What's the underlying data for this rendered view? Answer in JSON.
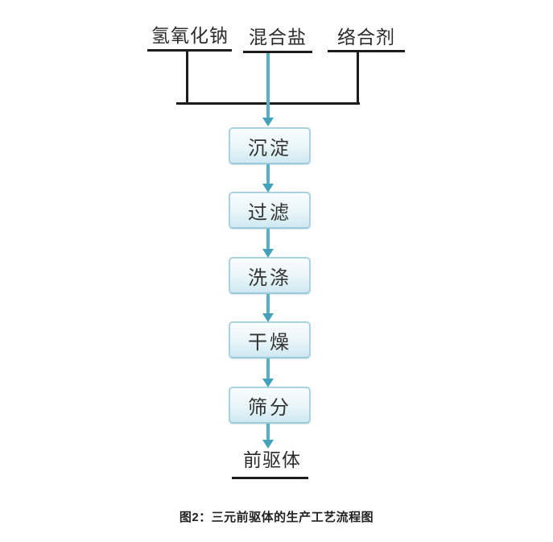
{
  "diagram": {
    "inputs": [
      {
        "label": "氢氧化钠"
      },
      {
        "label": "混合盐"
      },
      {
        "label": "络合剂"
      }
    ],
    "steps": [
      {
        "label": "沉淀"
      },
      {
        "label": "过滤"
      },
      {
        "label": "洗涤"
      },
      {
        "label": "干燥"
      },
      {
        "label": "筛分"
      }
    ],
    "output": {
      "label": "前驱体"
    },
    "caption": "图2：三元前驱体的生产工艺流程图",
    "colors": {
      "flow_arrow_shaft": "#58b0c4",
      "flow_arrow_head": "#42a2ba",
      "connector_line": "#1c1c1c",
      "box_border": "#a9d3e0",
      "box_fill_top": "#f8fcfe",
      "box_fill_bottom": "#cfe9f2",
      "text": "#2b2b2b"
    }
  }
}
